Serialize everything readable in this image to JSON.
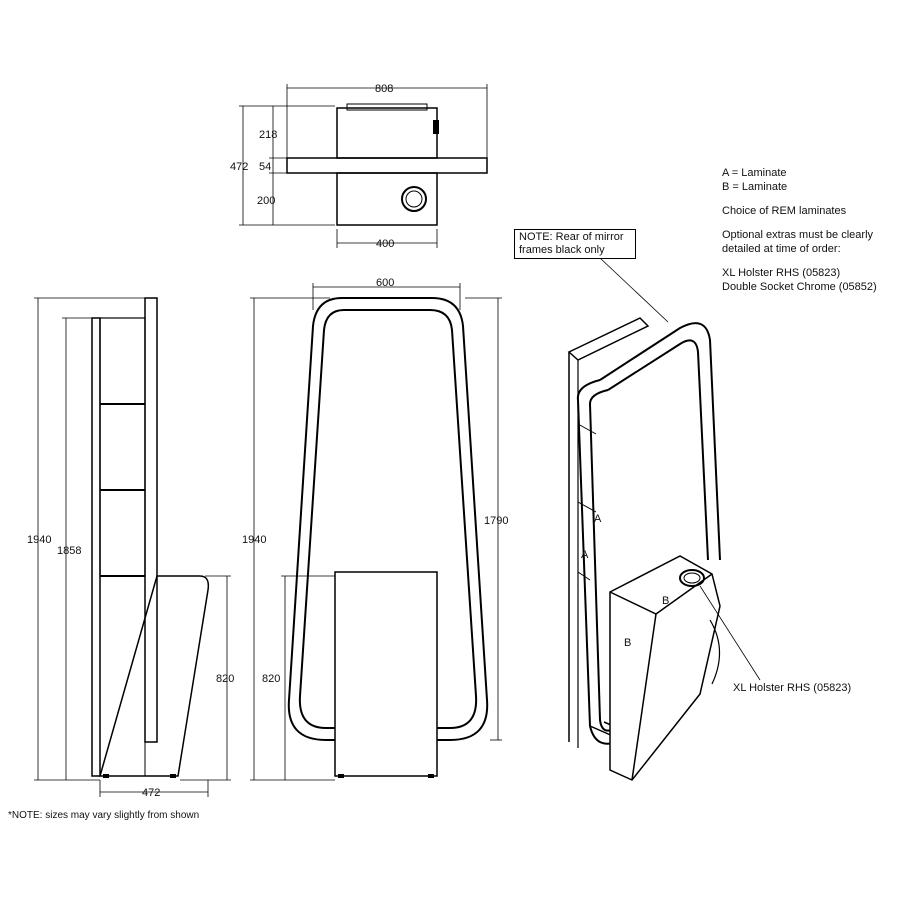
{
  "dimensions": {
    "top_width": "808",
    "top_depth_total": "472",
    "top_upper": "218",
    "top_shelf": "54",
    "top_lower": "200",
    "top_base_width": "400",
    "side_height_total": "1940",
    "side_height_frame": "1858",
    "side_unit_height": "820",
    "side_depth": "472",
    "front_height_total": "1940",
    "front_mirror_width": "600",
    "front_mirror_height": "1790",
    "front_unit_height": "820"
  },
  "notes": {
    "legend_a": "A = Laminate",
    "legend_b": "B = Laminate",
    "choice": "Choice of REM laminates",
    "extras_line1": "Optional extras must be clearly",
    "extras_line2": "detailed at time of order:",
    "extra_1": "XL Holster RHS (05823)",
    "extra_2": "Double Socket Chrome (05852)"
  },
  "callouts": {
    "mirror_note_line1": "NOTE: Rear of mirror",
    "mirror_note_line2": "frames black only",
    "holster": "XL Holster RHS (05823)",
    "label_a": "A",
    "label_b": "B"
  },
  "footnote": "*NOTE: sizes may vary slightly from shown"
}
